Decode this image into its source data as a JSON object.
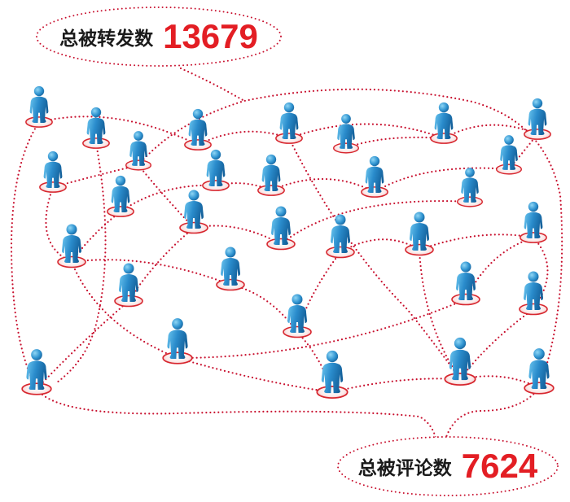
{
  "callouts": {
    "reposts": {
      "label": "总被转发数",
      "value": "13679"
    },
    "comments": {
      "label": "总被评论数",
      "value": "7624"
    }
  },
  "colors": {
    "accent": "#e31e24",
    "line": "#c8102e",
    "text": "#1a1a1a",
    "figure_light": "#6cc6ef",
    "figure_mid": "#2a8ccc",
    "figure_dark": "#14619b"
  },
  "icons": {
    "figure": "person-icon"
  }
}
